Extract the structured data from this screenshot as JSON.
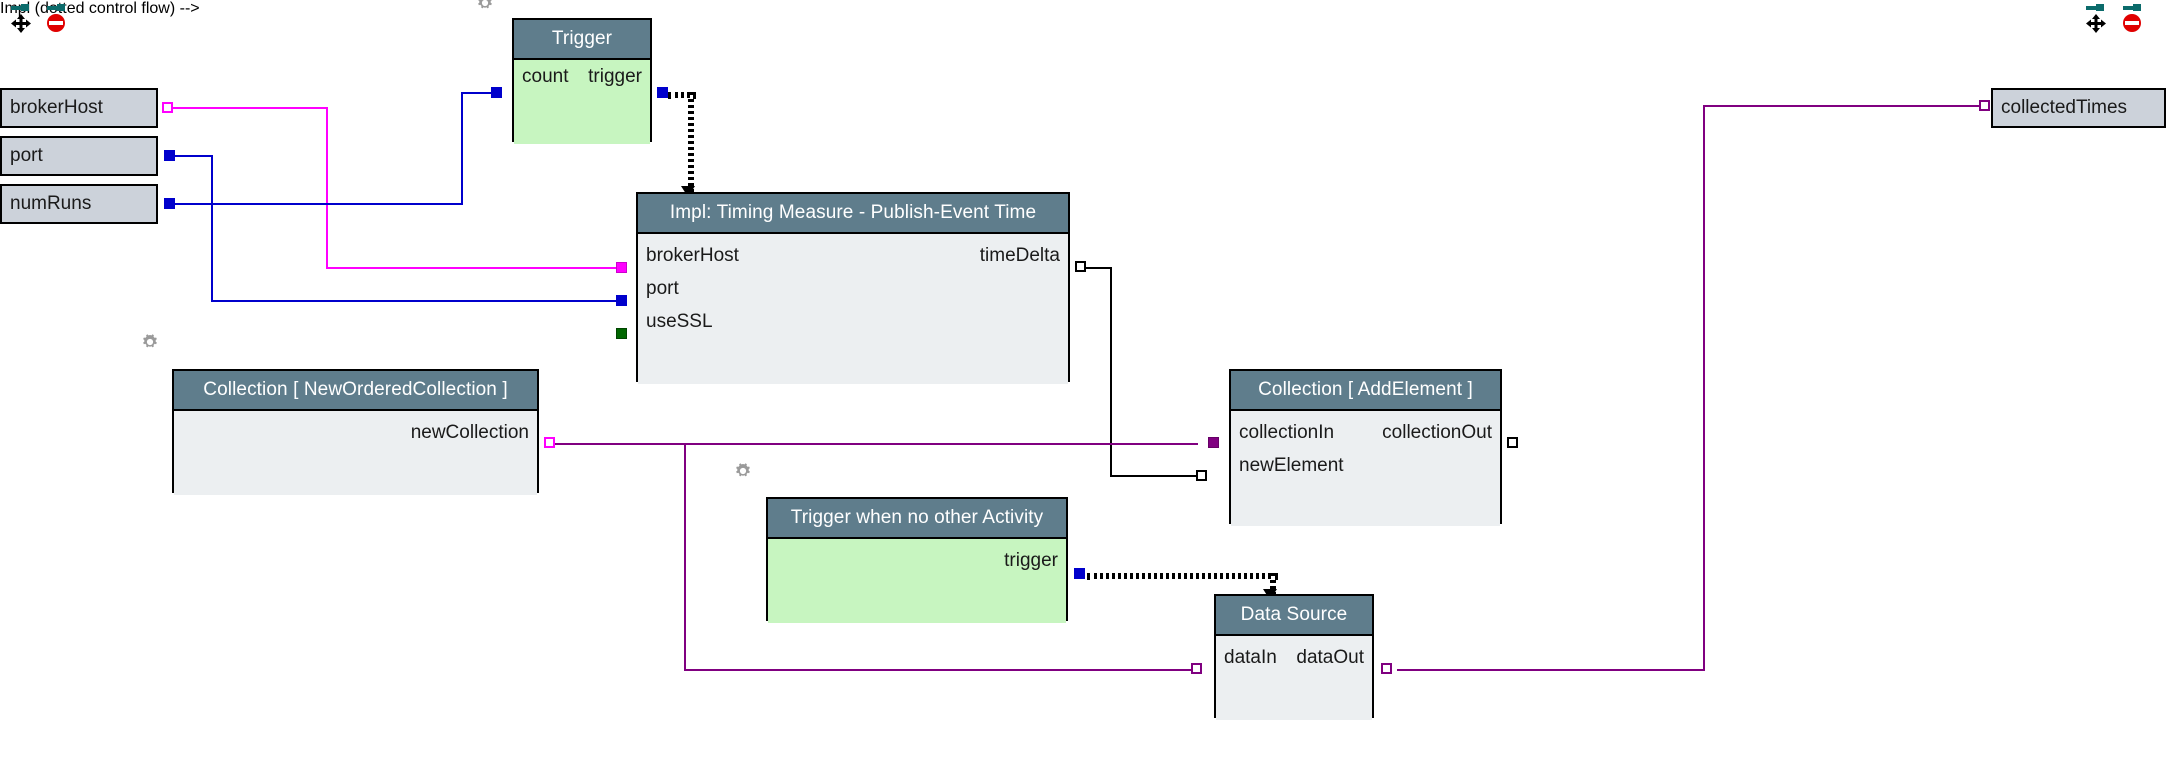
{
  "diagram": {
    "title": "Timing Measure - Publish-Event Time activity diagram",
    "colors": {
      "node_header": "#5f7d8c",
      "node_body": "#eceff1",
      "node_body_green": "#c7f5c0",
      "var_box": "#ccd2da",
      "wire_blue": "#0000cc",
      "wire_magenta": "#ff00ff",
      "wire_purple": "#800080",
      "wire_black": "#000000"
    }
  },
  "toolbar_left": {
    "move_icon_name": "move-handle-icon",
    "stop_icon_name": "stop-sign-icon"
  },
  "toolbar_right": {
    "move_icon_name": "move-handle-icon",
    "stop_icon_name": "stop-sign-icon"
  },
  "inputs": [
    {
      "label": "brokerHost",
      "port": "open-magenta"
    },
    {
      "label": "port",
      "port": "fill-blue"
    },
    {
      "label": "numRuns",
      "port": "fill-blue"
    }
  ],
  "outputs": [
    {
      "label": "collectedTimes",
      "port": "open-purple"
    }
  ],
  "nodes": {
    "trigger": {
      "title": "Trigger",
      "ports": {
        "in": "count",
        "out": "trigger"
      }
    },
    "impl": {
      "title": "Impl: Timing Measure - Publish-Event Time",
      "inputs": [
        {
          "label": "brokerHost",
          "port": "fill-magenta"
        },
        {
          "label": "port",
          "port": "fill-blue"
        },
        {
          "label": "useSSL",
          "port": "fill-green"
        }
      ],
      "outputs": [
        {
          "label": "timeDelta",
          "port": "open-black"
        }
      ]
    },
    "new_collection": {
      "title": "Collection [ NewOrderedCollection ]",
      "outputs": [
        {
          "label": "newCollection",
          "port": "open-magenta"
        }
      ]
    },
    "add_element": {
      "title": "Collection [ AddElement ]",
      "inputs": [
        {
          "label": "collectionIn",
          "port": "fill-purple"
        },
        {
          "label": "newElement",
          "port": "open-black"
        }
      ],
      "outputs": [
        {
          "label": "collectionOut",
          "port": "open-black"
        }
      ]
    },
    "idle_trigger": {
      "title": "Trigger when no other Activity",
      "outputs": [
        {
          "label": "trigger",
          "port": "fill-blue"
        }
      ]
    },
    "data_source": {
      "title": "Data Source",
      "inputs": [
        {
          "label": "dataIn",
          "port": "open-purple"
        }
      ],
      "outputs": [
        {
          "label": "dataOut",
          "port": "open-purple"
        }
      ]
    }
  },
  "gear_icons": [
    {
      "name": "gear-icon-trigger"
    },
    {
      "name": "gear-icon-new-collection"
    },
    {
      "name": "gear-icon-idle-trigger"
    }
  ]
}
